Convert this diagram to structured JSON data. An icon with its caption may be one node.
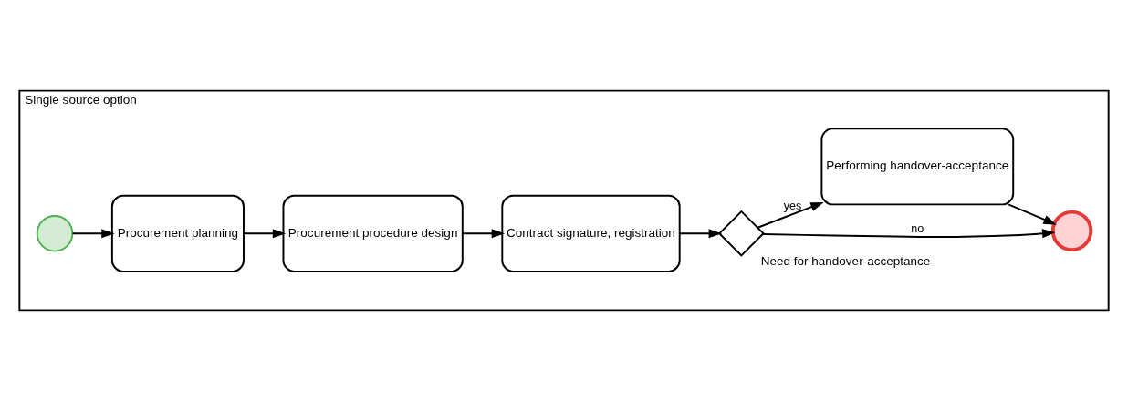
{
  "diagram": {
    "nodes": [
      {
        "text": [
          "Single source option"
        ]
      },
      {
        "text": [],
        "shape": "circle",
        "in": 0
      },
      {
        "text": [
          "Procurement planning"
        ],
        "in": 0
      },
      {
        "text": [
          "Procurement procedure design"
        ],
        "in": 0
      },
      {
        "text": [
          "Contract signature, registration"
        ],
        "in": 0
      },
      {
        "text": [
          "Need for handover-acceptance"
        ],
        "in": 0
      },
      {
        "text": [],
        "shape": "circle",
        "in": 0
      },
      {
        "text": [
          "Performing handover-acceptance"
        ],
        "in": 0
      }
    ],
    "edges": [
      {
        "from": 1,
        "to": 2,
        "arrow": "to"
      },
      {
        "from": 2,
        "to": 3,
        "arrow": "to"
      },
      {
        "from": 3,
        "to": 4,
        "arrow": "to"
      },
      {
        "from": 4,
        "to": 5,
        "arrow": "to"
      },
      {
        "from": 5,
        "to": 6,
        "arrow": "to",
        "label": "no"
      },
      {
        "from": 5,
        "to": 7,
        "arrow": "to",
        "label": "yes"
      },
      {
        "from": 7,
        "to": 6,
        "arrow": "to"
      }
    ]
  }
}
